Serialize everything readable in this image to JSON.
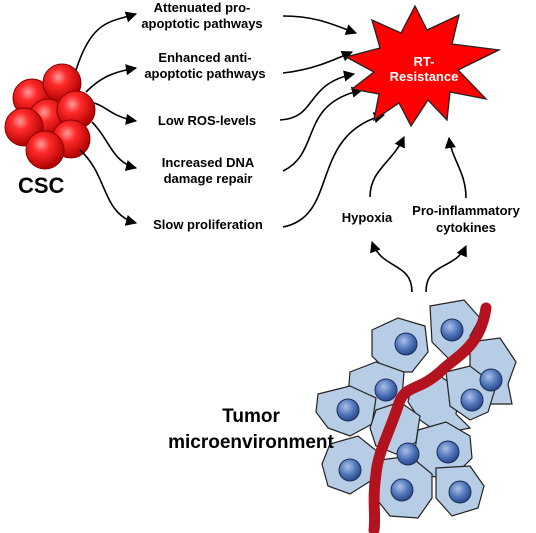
{
  "csc_label": "CSC",
  "pathways": [
    {
      "line1": "Attenuated pro-",
      "line2": "apoptotic pathways"
    },
    {
      "line1": "Enhanced  anti-",
      "line2": "apoptotic pathways"
    },
    {
      "line1": "Low ROS-levels",
      "line2": ""
    },
    {
      "line1": "Increased DNA",
      "line2": "damage repair"
    },
    {
      "line1": "Slow proliferation",
      "line2": ""
    }
  ],
  "outcome": {
    "line1": "RT-",
    "line2": "Resistance"
  },
  "hypoxia_label": "Hypoxia",
  "cytokines": {
    "line1": "Pro-inflammatory",
    "line2": "cytokines"
  },
  "tumor": {
    "line1": "Tumor",
    "line2": "microenvironment"
  },
  "colors": {
    "csc_fill": "#ff1a1a",
    "burst_fill": "#ff0000",
    "cell_fill": "#b7cde6",
    "nucleus_fill": "#4d73b8",
    "vessel": "#b3121f"
  }
}
